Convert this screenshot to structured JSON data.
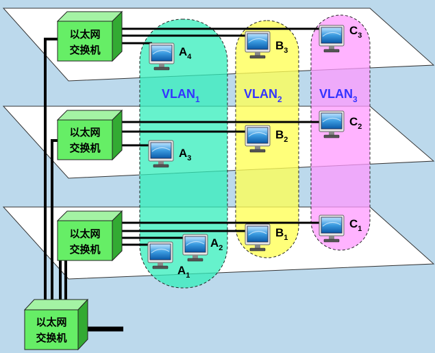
{
  "colors": {
    "background": "#bcd9ec",
    "floor": "#ffffff",
    "switch_face": "#66ee66",
    "vlan1": "#33eebb",
    "vlan2": "#ffff55",
    "vlan3": "#ff99ff",
    "vlan_text": "#3333ff",
    "cable": "#000000"
  },
  "switch_label": "以太网交换机",
  "switches": {
    "top": {
      "line1": "以太网",
      "line2": "交换机"
    },
    "middle": {
      "line1": "以太网",
      "line2": "交换机"
    },
    "bottom": {
      "line1": "以太网",
      "line2": "交换机"
    },
    "core": {
      "line1": "以太网",
      "line2": "交换机"
    }
  },
  "vlans": [
    {
      "name": "VLAN",
      "sub": "1",
      "members": [
        "A1",
        "A2",
        "A3",
        "A4"
      ]
    },
    {
      "name": "VLAN",
      "sub": "2",
      "members": [
        "B1",
        "B2",
        "B3"
      ]
    },
    {
      "name": "VLAN",
      "sub": "3",
      "members": [
        "C1",
        "C2",
        "C3"
      ]
    }
  ],
  "computers": {
    "A4": {
      "letter": "A",
      "sub": "4"
    },
    "B3": {
      "letter": "B",
      "sub": "3"
    },
    "C3": {
      "letter": "C",
      "sub": "3"
    },
    "A3": {
      "letter": "A",
      "sub": "3"
    },
    "B2": {
      "letter": "B",
      "sub": "2"
    },
    "C2": {
      "letter": "C",
      "sub": "2"
    },
    "A2": {
      "letter": "A",
      "sub": "2"
    },
    "A1": {
      "letter": "A",
      "sub": "1"
    },
    "B1": {
      "letter": "B",
      "sub": "1"
    },
    "C1": {
      "letter": "C",
      "sub": "1"
    }
  }
}
